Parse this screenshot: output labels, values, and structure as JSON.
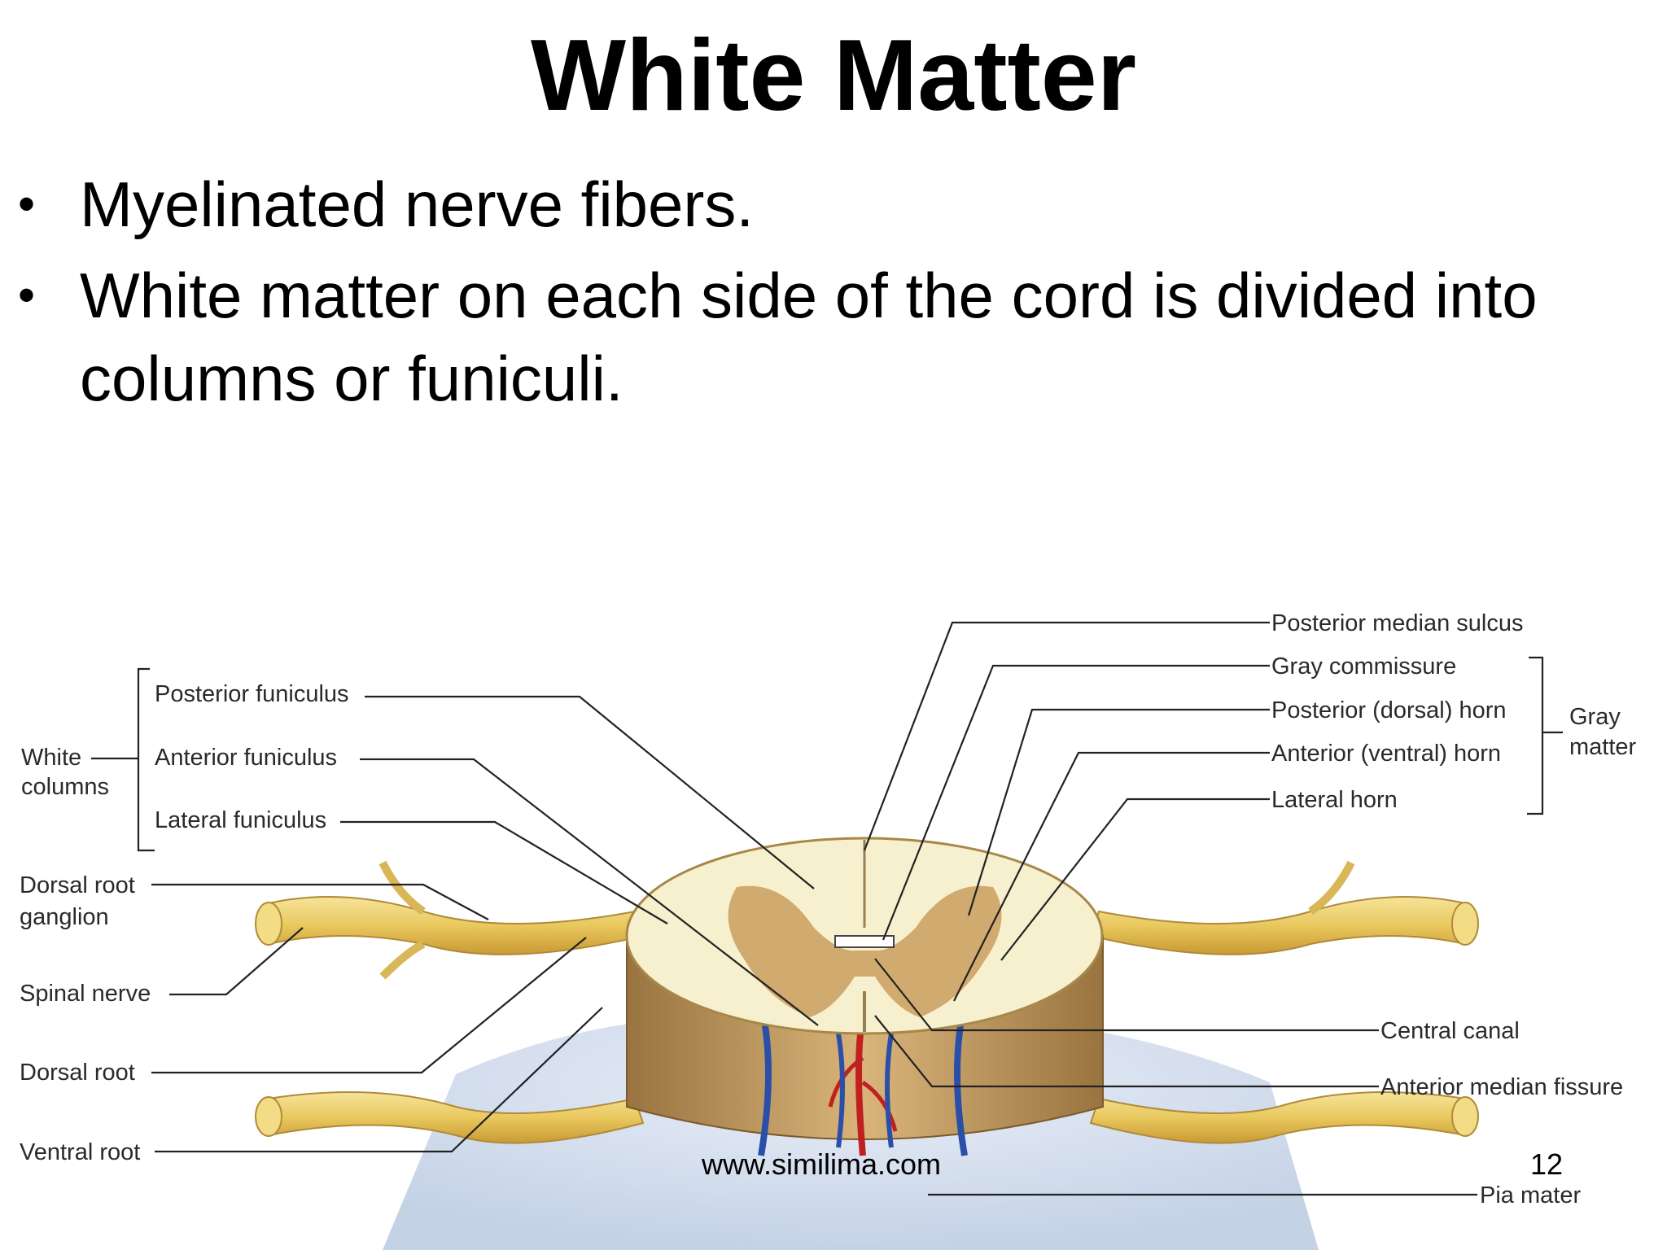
{
  "slide": {
    "title": "White Matter",
    "bullets": [
      "Myelinated nerve fibers.",
      "White matter on each side of the cord is divided into columns or funiculi."
    ],
    "footer_url": "www.similima.com",
    "page_number": "12"
  },
  "diagram": {
    "left_labels": {
      "white_columns": [
        "White",
        "columns"
      ],
      "posterior_funiculus": "Posterior funiculus",
      "anterior_funiculus": "Anterior funiculus",
      "lateral_funiculus": "Lateral funiculus",
      "dorsal_root_ganglion": [
        "Dorsal root",
        "ganglion"
      ],
      "spinal_nerve": "Spinal nerve",
      "dorsal_root": "Dorsal root",
      "ventral_root": "Ventral root"
    },
    "right_labels": {
      "posterior_median_sulcus": "Posterior median sulcus",
      "gray_commissure": "Gray commissure",
      "posterior_horn": "Posterior (dorsal) horn",
      "anterior_horn": "Anterior (ventral) horn",
      "lateral_horn": "Lateral horn",
      "gray_matter": [
        "Gray",
        "matter"
      ],
      "central_canal": "Central canal",
      "anterior_median_fissure": "Anterior median fissure",
      "pia_mater": "Pia mater"
    }
  }
}
